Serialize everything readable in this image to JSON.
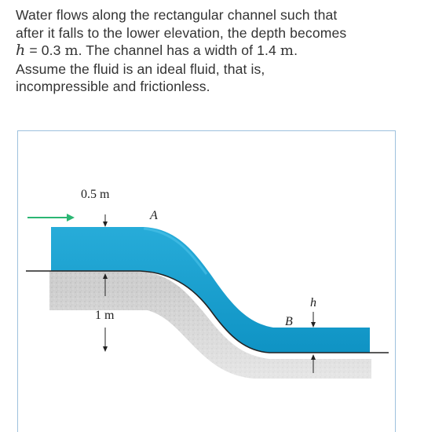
{
  "problem": {
    "line1": "Water flows along the rectangular channel such that",
    "line2": "after it falls to the lower elevation, the depth becomes",
    "line3_var": "h",
    "line3_eq": " = 0.3 ",
    "line3_unit1": "m",
    "line3_mid": ". The channel has a width of 1.4 ",
    "line3_unit2": "m",
    "line3_end": ".",
    "line4": "Assume the fluid is an ideal fluid, that is,",
    "line5": "incompressible and frictionless."
  },
  "figure": {
    "upper_depth_label": "0.5 m",
    "point_a_label": "A",
    "drop_height_label": "1 m",
    "point_b_label": "B",
    "lower_depth_label": "h",
    "colors": {
      "water": "#1aa0cf",
      "water_highlight": "#39b7e2",
      "flow_arrow": "#2bb673",
      "ground": "#c9c9c9",
      "channel_line": "#222222",
      "frame_border": "#9ec1dd"
    }
  }
}
